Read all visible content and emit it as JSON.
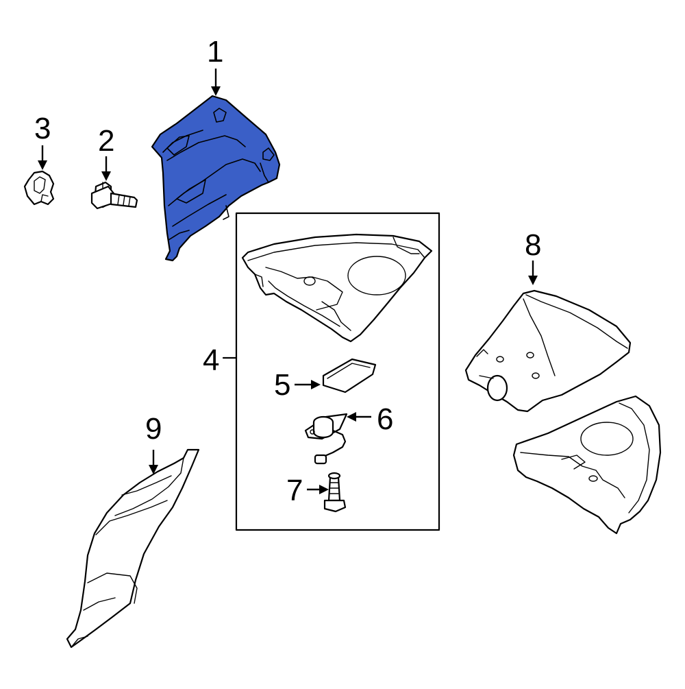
{
  "colors": {
    "highlight": "#3a5fc7",
    "line": "#000000",
    "background": "#ffffff"
  },
  "callouts": [
    {
      "id": "1",
      "label": "1"
    },
    {
      "id": "2",
      "label": "2"
    },
    {
      "id": "3",
      "label": "3"
    },
    {
      "id": "4",
      "label": "4"
    },
    {
      "id": "5",
      "label": "5"
    },
    {
      "id": "6",
      "label": "6"
    },
    {
      "id": "7",
      "label": "7"
    },
    {
      "id": "8",
      "label": "8"
    },
    {
      "id": "9",
      "label": "9"
    }
  ],
  "highlighted_part": "1"
}
